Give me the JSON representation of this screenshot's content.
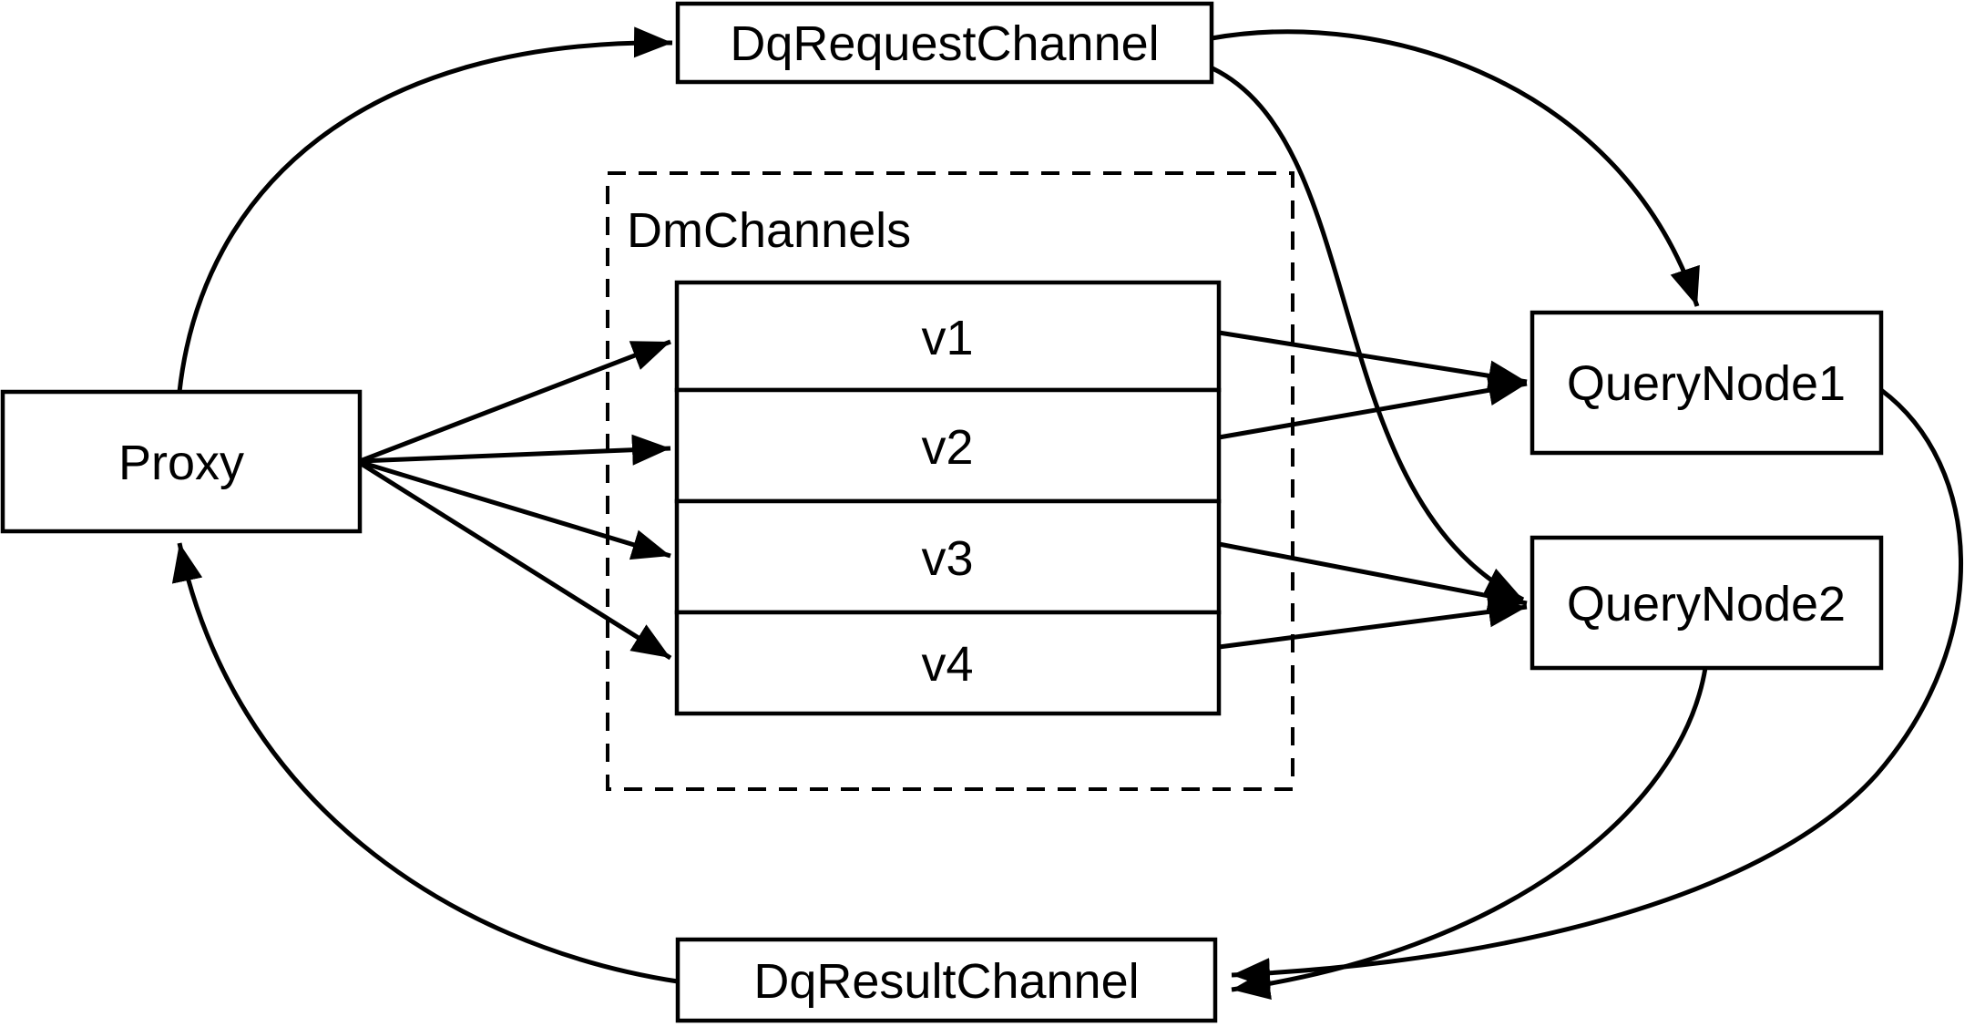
{
  "diagram": {
    "background_color": "#ffffff",
    "line_color": "#000000",
    "nodes": {
      "dq_request_channel": {
        "label": "DqRequestChannel"
      },
      "dm_channels": {
        "label": "DmChannels",
        "channels": [
          {
            "label": "v1"
          },
          {
            "label": "v2"
          },
          {
            "label": "v3"
          },
          {
            "label": "v4"
          }
        ]
      },
      "proxy": {
        "label": "Proxy"
      },
      "query_node1": {
        "label": "QueryNode1"
      },
      "query_node2": {
        "label": "QueryNode2"
      },
      "dq_result_channel": {
        "label": "DqResultChannel"
      }
    },
    "edges": [
      {
        "from": "Proxy",
        "to": "DqRequestChannel"
      },
      {
        "from": "Proxy",
        "to": "v1"
      },
      {
        "from": "Proxy",
        "to": "v2"
      },
      {
        "from": "Proxy",
        "to": "v3"
      },
      {
        "from": "Proxy",
        "to": "v4"
      },
      {
        "from": "v1",
        "to": "QueryNode1"
      },
      {
        "from": "v2",
        "to": "QueryNode1"
      },
      {
        "from": "v3",
        "to": "QueryNode2"
      },
      {
        "from": "v4",
        "to": "QueryNode2"
      },
      {
        "from": "DqRequestChannel",
        "to": "QueryNode1"
      },
      {
        "from": "DqRequestChannel",
        "to": "QueryNode2"
      },
      {
        "from": "QueryNode1",
        "to": "DqResultChannel"
      },
      {
        "from": "QueryNode2",
        "to": "DqResultChannel"
      },
      {
        "from": "DqResultChannel",
        "to": "Proxy"
      }
    ]
  }
}
